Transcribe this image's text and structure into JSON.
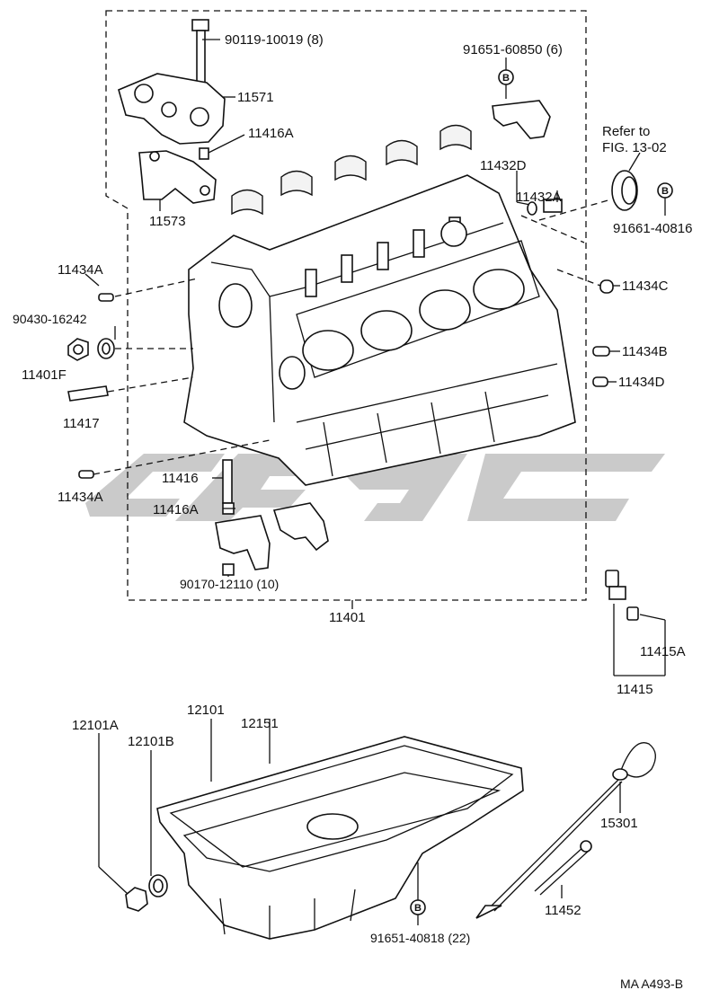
{
  "labels": {
    "l_90119": "90119-10019 (8)",
    "l_11571": "11571",
    "l_11416A_top": "11416A",
    "l_11573": "11573",
    "l_91651_60850": "91651-60850 (6)",
    "l_refer1": "Refer to",
    "l_refer2": "FIG. 13-02",
    "l_11432D": "11432D",
    "l_11432A": "11432A",
    "l_91661": "91661-40816",
    "l_11434A_top": "11434A",
    "l_90430": "90430-16242",
    "l_11401F": "11401F",
    "l_11417": "11417",
    "l_11434C": "11434C",
    "l_11434B": "11434B",
    "l_11434D": "11434D",
    "l_11434A_bot": "11434A",
    "l_11416": "11416",
    "l_11416A_bot": "11416A",
    "l_90170": "90170-12110 (10)",
    "l_11401": "11401",
    "l_11415A": "11415A",
    "l_11415": "11415",
    "l_12101A": "12101A",
    "l_12101B": "12101B",
    "l_12101": "12101",
    "l_12151": "12151",
    "l_15301": "15301",
    "l_11452": "11452",
    "l_91651_40818": "91651-40818 (22)",
    "l_ref": "MA A493-B"
  },
  "badges": {
    "b1": "B",
    "b2": "B",
    "b3": "B"
  }
}
